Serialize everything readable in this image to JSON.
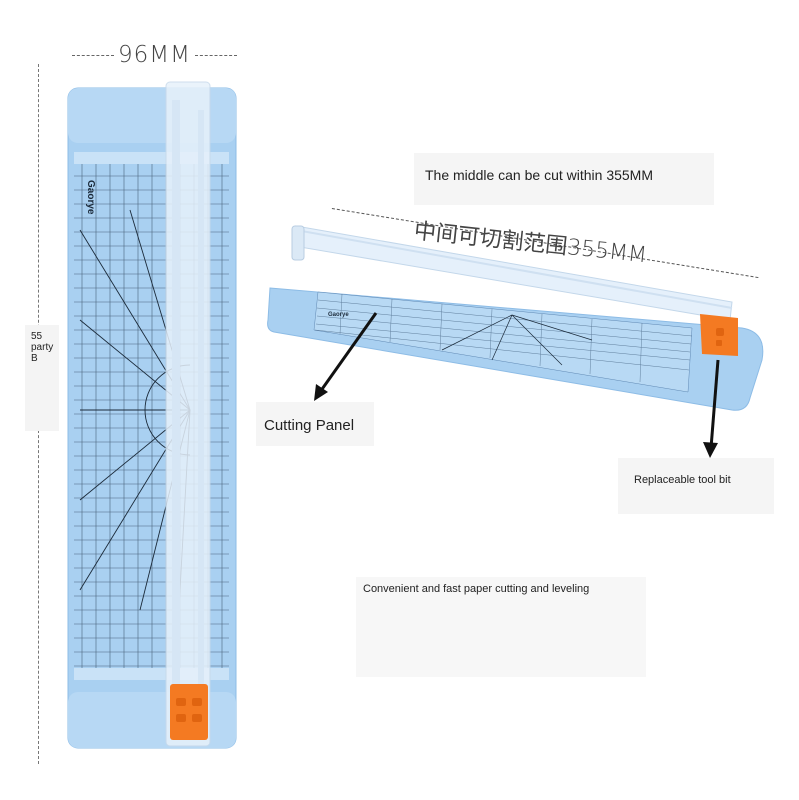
{
  "annotations": {
    "width_label": "96MM",
    "side_label": "55\nparty\nB",
    "range_label_cn": "中间可切割范围355MM",
    "brand": "Gaorye"
  },
  "captions": {
    "middle_cut": "The middle can be cut within 355MM",
    "cutting_panel": "Cutting Panel",
    "tool_bit": "Replaceable tool bit",
    "convenient": "Convenient and fast paper cutting and leveling"
  },
  "colors": {
    "board_blue": "#a9d0f1",
    "grid_blue": "#7fb0e0",
    "rail_clear": "#e7f1fb",
    "blade_orange": "#f47a22",
    "line_dark": "#1b2a3a"
  }
}
